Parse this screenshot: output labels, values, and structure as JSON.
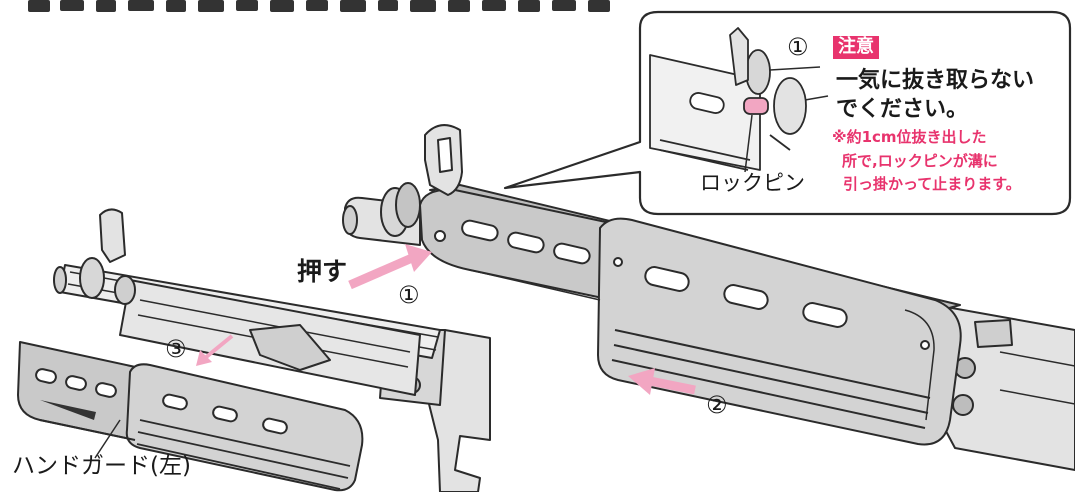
{
  "labels": {
    "push": "押す",
    "handguard_left": "ハンドガード(左)",
    "lock_pin": "ロックピン"
  },
  "steps": {
    "one": "①",
    "two": "②",
    "three": "③"
  },
  "callout": {
    "badge": "注意",
    "main_line1": "一気に抜き取らない",
    "main_line2": "でください。",
    "note_line1": "※約1cm位抜き出した",
    "note_line2": "所で,ロックピンが溝に",
    "note_line3": "引っ掛かって止まります。"
  },
  "colors": {
    "accent_pink": "#e8336d",
    "arrow_pink": "#f2a6c2",
    "line": "#2b2b2b",
    "metal": "#d7d7d7",
    "handguard": "#cfcfcf"
  }
}
